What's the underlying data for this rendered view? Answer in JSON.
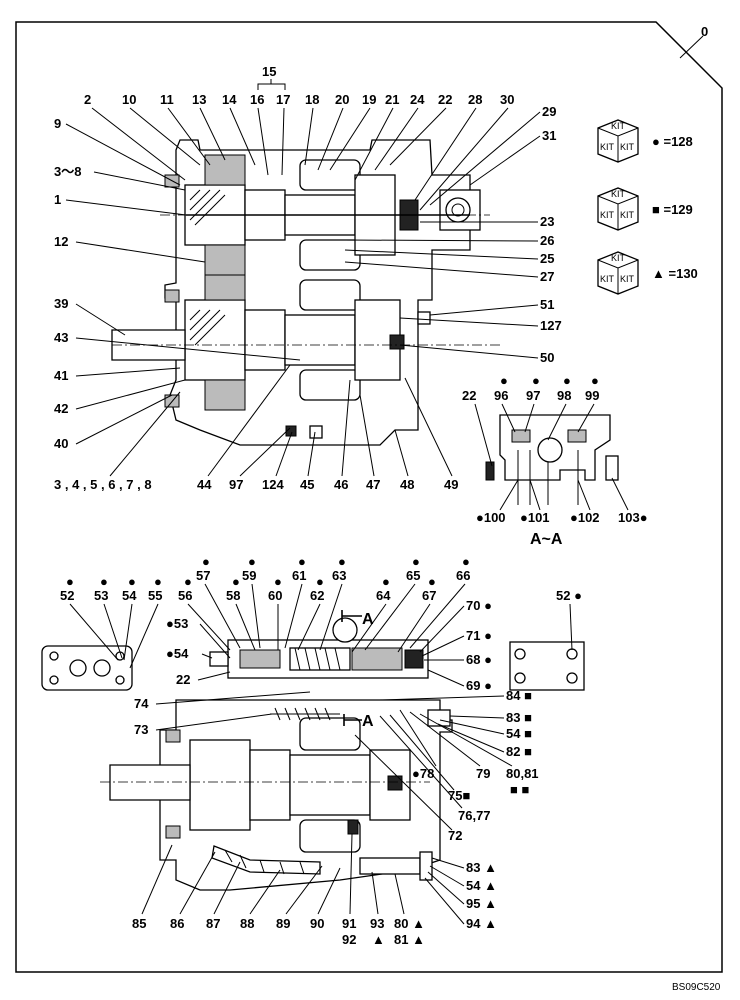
{
  "figure_number": "0",
  "drawing_code": "BS09C520",
  "section_label": "A~A",
  "section_marker": "A",
  "kits": [
    {
      "icon": "kit-box-icon",
      "box_text": "KIT",
      "symbol": "●",
      "value": "=128"
    },
    {
      "icon": "kit-box-icon",
      "box_text": "KIT",
      "symbol": "■",
      "value": "=129"
    },
    {
      "icon": "kit-box-icon",
      "box_text": "KIT",
      "symbol": "▲",
      "value": "=130"
    }
  ],
  "top_callouts": [
    "2",
    "10",
    "11",
    "13",
    "14",
    "16",
    "17",
    "18",
    "20",
    "19",
    "21",
    "24",
    "22",
    "28",
    "30",
    "29",
    "31",
    "15",
    "9",
    "3~8",
    "1",
    "12",
    "39",
    "43",
    "41",
    "42",
    "40",
    "23",
    "26",
    "25",
    "27",
    "51",
    "127",
    "50",
    "3 , 4 , 5 , 6 , 7 , 8",
    "44",
    "97",
    "124",
    "45",
    "46",
    "47",
    "48",
    "49"
  ],
  "section_callouts": [
    "22",
    "96",
    "97",
    "98",
    "99",
    "●100",
    "●101",
    "●102",
    "103●"
  ],
  "bottom_callouts": [
    "57",
    "59",
    "61",
    "63",
    "65",
    "66",
    "52",
    "53",
    "54",
    "55",
    "56",
    "58",
    "60",
    "62",
    "64",
    "67",
    "52",
    "70",
    "●53",
    "●54",
    "71",
    "68",
    "69",
    "22",
    "74",
    "84",
    "73",
    "83",
    "54",
    "82",
    "●78",
    "79",
    "80,81",
    "75",
    "76,77",
    "72",
    "83",
    "54",
    "95",
    "94",
    "85",
    "86",
    "87",
    "88",
    "89",
    "90",
    "91",
    "92",
    "93",
    "80",
    "81"
  ],
  "kit_dot": "●",
  "kit_square": "■",
  "kit_triangle": "▲"
}
